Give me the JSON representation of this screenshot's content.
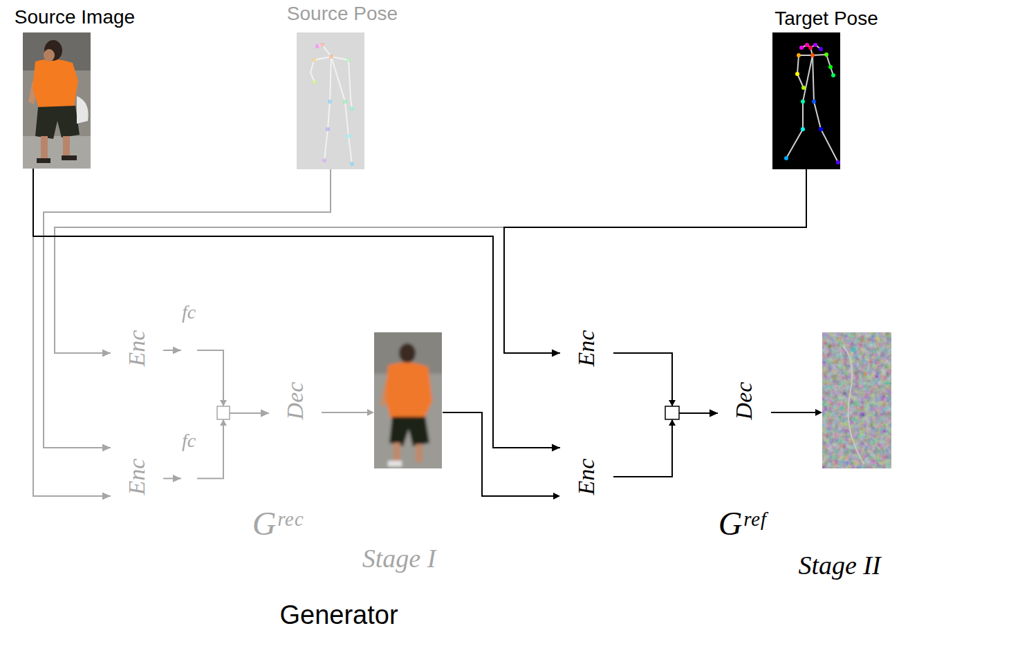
{
  "diagram": {
    "nodes": [
      {
        "text": [
          "Source Image"
        ]
      },
      {
        "text": [
          "Source Pose"
        ]
      },
      {
        "text": [
          "Target Pose"
        ]
      },
      {
        "text": [
          "Generator"
        ]
      },
      {
        "text": [
          "Stage I"
        ],
        "in": 3
      },
      {
        "text": [
          "Gʳᵉᶜ"
        ],
        "in": 4
      },
      {
        "text": [
          "Enc"
        ],
        "in": 5
      },
      {
        "text": [
          "fc"
        ],
        "in": 5
      },
      {
        "text": [
          "Enc"
        ],
        "in": 5
      },
      {
        "text": [
          "fc"
        ],
        "in": 5
      },
      {
        "text": [
          "Dec"
        ],
        "in": 5
      },
      {
        "text": [
          "Stage II"
        ],
        "in": 3
      },
      {
        "text": [
          "Gʳᵉᶠ"
        ],
        "in": 11
      },
      {
        "text": [
          "Enc"
        ],
        "in": 12
      },
      {
        "text": [
          "Enc"
        ],
        "in": 12
      },
      {
        "text": [
          "Dec"
        ],
        "in": 12
      }
    ],
    "edges": [
      {
        "from": 2,
        "to": 6,
        "arrow": "to"
      },
      {
        "from": 1,
        "to": 8,
        "arrow": "to"
      },
      {
        "from": 0,
        "to": 8,
        "arrow": "to"
      },
      {
        "from": 6,
        "to": 7,
        "arrow": "to"
      },
      {
        "from": 8,
        "to": 9,
        "arrow": "to"
      },
      {
        "from": 7,
        "to": 10,
        "arrow": "to"
      },
      {
        "from": 9,
        "to": 10,
        "arrow": "to"
      },
      {
        "from": 2,
        "to": 13,
        "arrow": "to"
      },
      {
        "from": 0,
        "to": 14,
        "arrow": "to"
      },
      {
        "from": 13,
        "to": 15,
        "arrow": "to"
      },
      {
        "from": 14,
        "to": 15,
        "arrow": "to"
      }
    ]
  }
}
